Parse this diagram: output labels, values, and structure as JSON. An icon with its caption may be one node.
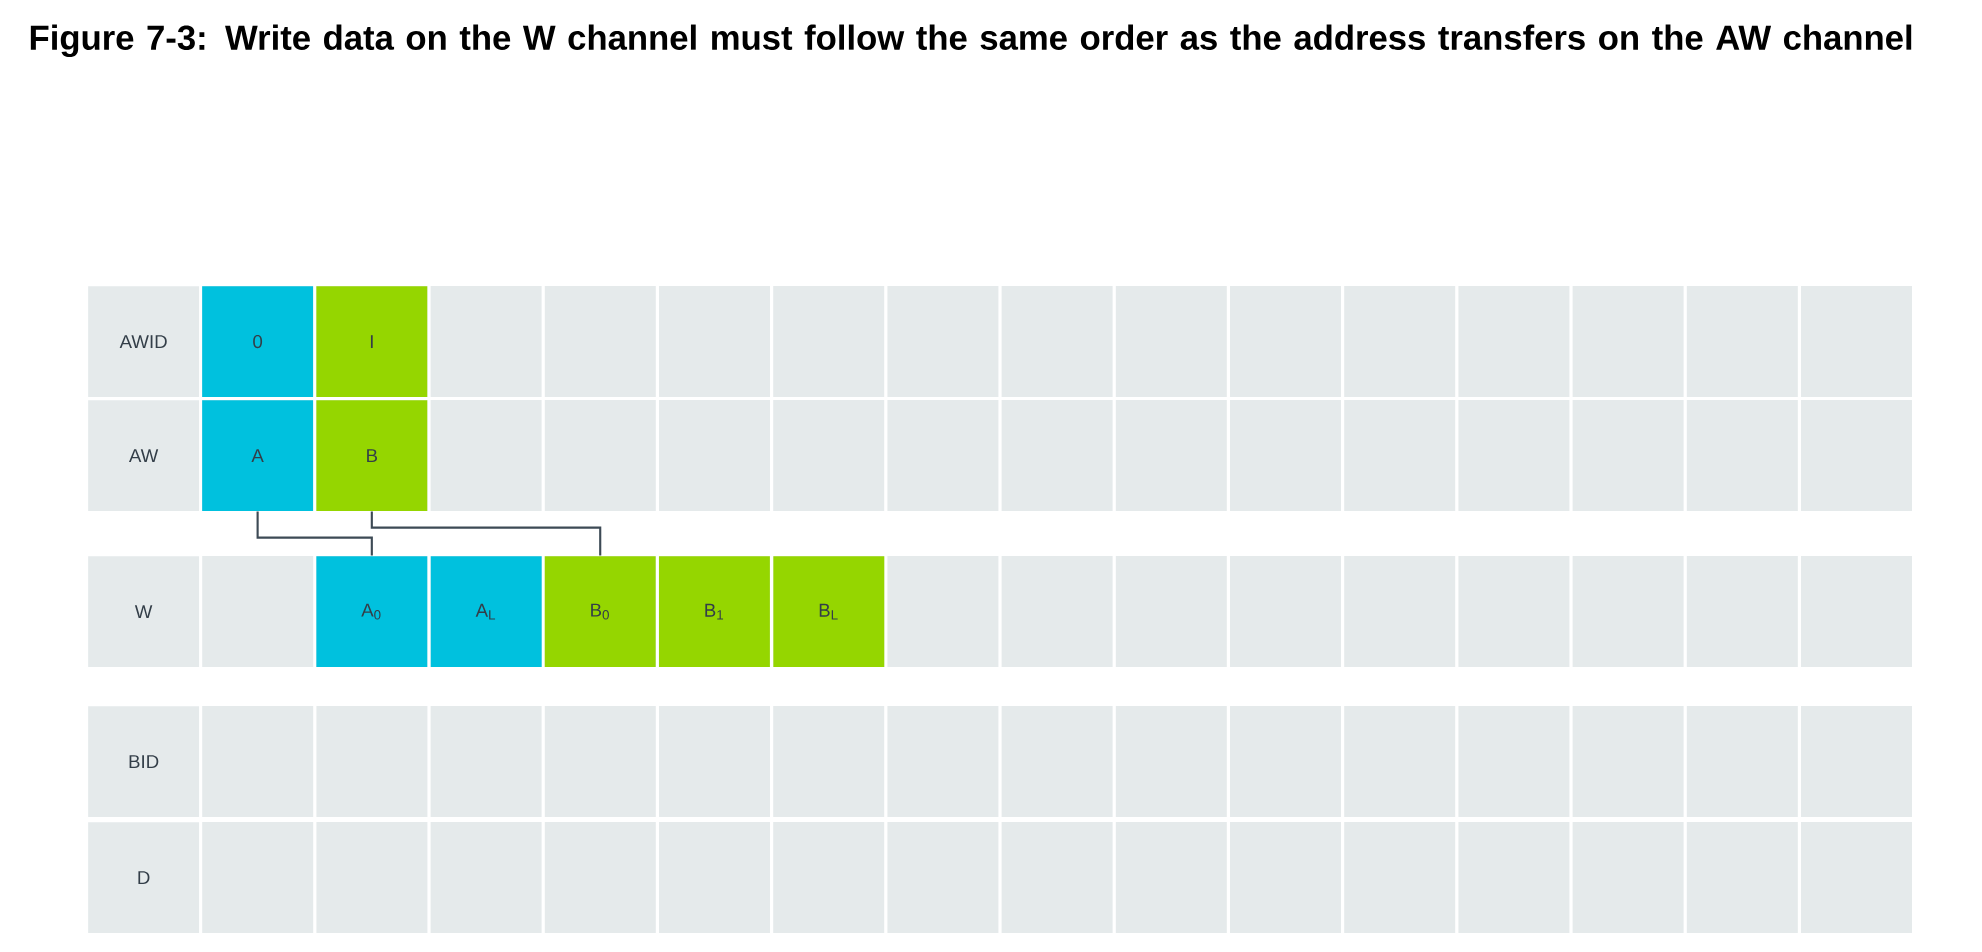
{
  "diagram": {
    "title": "Figure 7-3: Write data on the W channel must follow the same order as the address transfers on the AW channel",
    "nodes": [
      {
        "text": [
          "0"
        ]
      },
      {
        "text": [
          "I"
        ]
      },
      {
        "text": [
          "A"
        ]
      },
      {
        "text": [
          "B"
        ]
      },
      {
        "text": [
          "A$_{0}$"
        ]
      },
      {
        "text": [
          "A$_{L}$"
        ]
      },
      {
        "text": [
          "B$_{0}$"
        ]
      },
      {
        "text": [
          "B$_{1}$"
        ]
      },
      {
        "text": [
          "B$_{L}$"
        ]
      }
    ],
    "edges": [
      {
        "from": 2,
        "to": 4,
        "arrow": "none"
      },
      {
        "from": 3,
        "to": 6,
        "arrow": "none"
      }
    ],
    "labels": [
      "AWID",
      "AW",
      "W",
      "BID",
      "D"
    ]
  }
}
